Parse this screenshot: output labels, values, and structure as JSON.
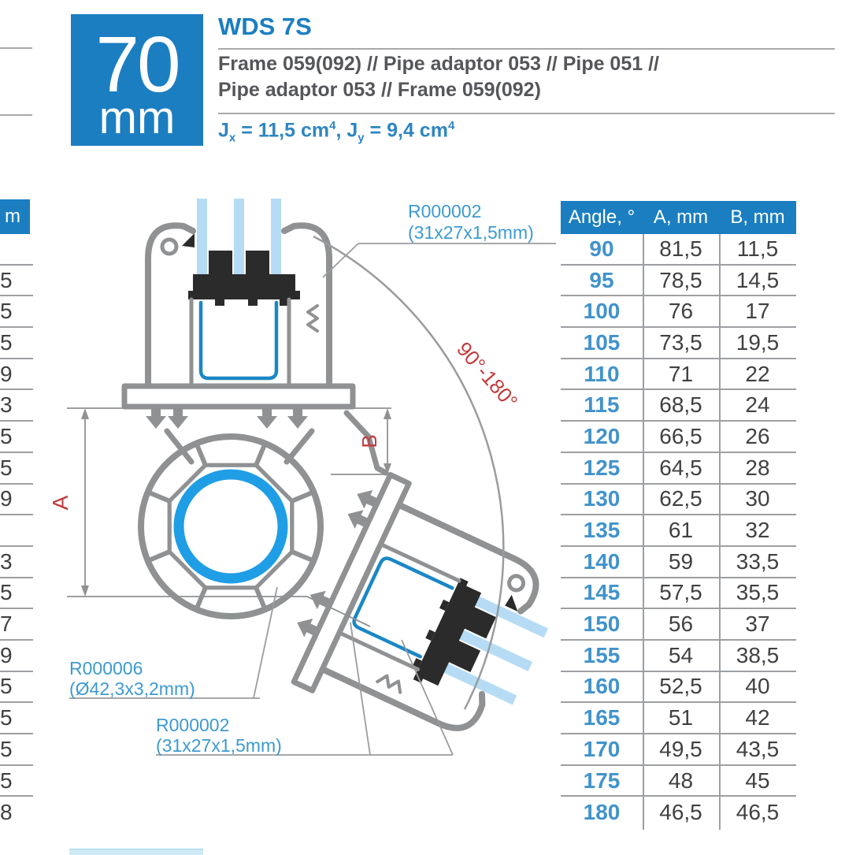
{
  "header": {
    "badge": {
      "size": "70",
      "unit": "mm"
    },
    "title": "WDS 7S",
    "description_line1": "Frame 059(092) // Pipe adaptor 053 // Pipe 051 //",
    "description_line2": "Pipe adaptor 053 // Frame 059(092)",
    "inertia": {
      "j1": "J",
      "sub1": "x",
      "mid1": " = 11,5 cm",
      "sup1": "4",
      "sep": ", ",
      "j2": "J",
      "sub2": "y",
      "mid2": " = 9,4 cm",
      "sup2": "4"
    }
  },
  "angle_table": {
    "headers": [
      "Angle, °",
      "A, mm",
      "B, mm"
    ],
    "rows": [
      [
        "90",
        "81,5",
        "11,5"
      ],
      [
        "95",
        "78,5",
        "14,5"
      ],
      [
        "100",
        "76",
        "17"
      ],
      [
        "105",
        "73,5",
        "19,5"
      ],
      [
        "110",
        "71",
        "22"
      ],
      [
        "115",
        "68,5",
        "24"
      ],
      [
        "120",
        "66,5",
        "26"
      ],
      [
        "125",
        "64,5",
        "28"
      ],
      [
        "130",
        "62,5",
        "30"
      ],
      [
        "135",
        "61",
        "32"
      ],
      [
        "140",
        "59",
        "33,5"
      ],
      [
        "145",
        "57,5",
        "35,5"
      ],
      [
        "150",
        "56",
        "37"
      ],
      [
        "155",
        "54",
        "38,5"
      ],
      [
        "160",
        "52,5",
        "40"
      ],
      [
        "165",
        "51",
        "42"
      ],
      [
        "170",
        "49,5",
        "43,5"
      ],
      [
        "175",
        "48",
        "45"
      ],
      [
        "180",
        "46,5",
        "46,5"
      ]
    ]
  },
  "left_table_fragment": {
    "header_fragment": "m",
    "partial_values": [
      "",
      "5",
      "5",
      "5",
      "9",
      "3",
      "5",
      "5",
      "9",
      "",
      "3",
      "5",
      "7",
      "9",
      "5",
      "5",
      "5",
      "5",
      "8"
    ]
  },
  "drawing": {
    "labels": {
      "top_profile_ref": "R000002",
      "top_profile_size": "(31x27x1,5mm)",
      "pipe_ref": "R000006",
      "pipe_size": "(Ø42,3x3,2mm)",
      "bottom_profile_ref": "R000002",
      "bottom_profile_size": "(31x27x1,5mm)",
      "angle_range": "90°-180°",
      "dim_a": "A",
      "dim_b": "B"
    }
  },
  "colors": {
    "brand_blue": "#1b7ec1",
    "label_blue": "#3d9ad1",
    "angle_blue": "#4193cb",
    "text_gray": "#55565a",
    "value_gray": "#414042",
    "line_gray": "#9d9fa2",
    "drawing_gray": "#8f9193",
    "glass_blue": "#b5dcf4",
    "steel_blue": "#1b87c5",
    "ring_blue": "#1f9ee6",
    "gasket_dark": "#2b2b2b",
    "dim_red": "#c23b3c"
  }
}
